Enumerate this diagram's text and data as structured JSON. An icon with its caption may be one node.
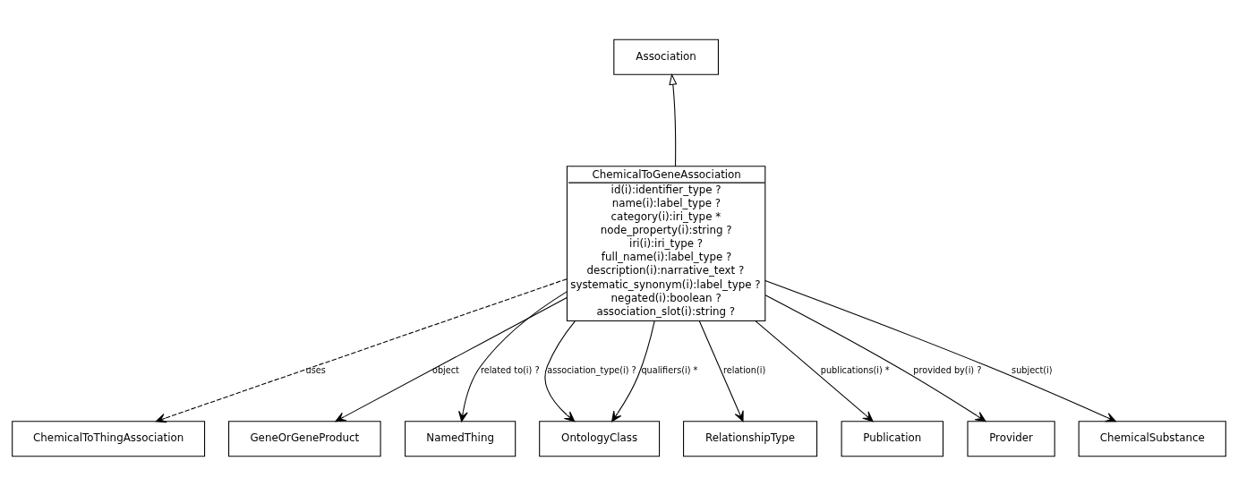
{
  "diagram": {
    "nodes": [
      {
        "text": [
          "Association"
        ]
      },
      {
        "text": [
          "ChemicalToGeneAssociation",
          "id(i):identifier_type ?",
          "name(i):label_type ?",
          "category(i):iri_type *",
          "node_property(i):string ?",
          "iri(i):iri_type ?",
          "full_name(i):label_type ?",
          "description(i):narrative_text ?",
          "systematic_synonym(i):label_type ?",
          "negated(i):boolean ?",
          "association_slot(i):string ?"
        ]
      },
      {
        "text": [
          "ChemicalToThingAssociation"
        ]
      },
      {
        "text": [
          "GeneOrGeneProduct"
        ]
      },
      {
        "text": [
          "NamedThing"
        ]
      },
      {
        "text": [
          "OntologyClass"
        ]
      },
      {
        "text": [
          "RelationshipType"
        ]
      },
      {
        "text": [
          "Publication"
        ]
      },
      {
        "text": [
          "Provider"
        ]
      },
      {
        "text": [
          "ChemicalSubstance"
        ]
      }
    ],
    "edges": [
      {
        "from": 1,
        "to": 0,
        "arrow": "to"
      },
      {
        "from": 1,
        "to": 2,
        "arrow": "to",
        "label": "uses",
        "style": "dashed"
      },
      {
        "from": 1,
        "to": 3,
        "arrow": "to",
        "label": "object"
      },
      {
        "from": 1,
        "to": 4,
        "arrow": "to",
        "label": "related to(i) ?"
      },
      {
        "from": 1,
        "to": 5,
        "arrow": "to",
        "label": "association_type(i) ?"
      },
      {
        "from": 1,
        "to": 5,
        "arrow": "to",
        "label": "qualifiers(i) *"
      },
      {
        "from": 1,
        "to": 6,
        "arrow": "to",
        "label": "relation(i)"
      },
      {
        "from": 1,
        "to": 7,
        "arrow": "to",
        "label": "publications(i) *"
      },
      {
        "from": 1,
        "to": 8,
        "arrow": "to",
        "label": "provided by(i) ?"
      },
      {
        "from": 1,
        "to": 9,
        "arrow": "to",
        "label": "subject(i)"
      }
    ]
  }
}
